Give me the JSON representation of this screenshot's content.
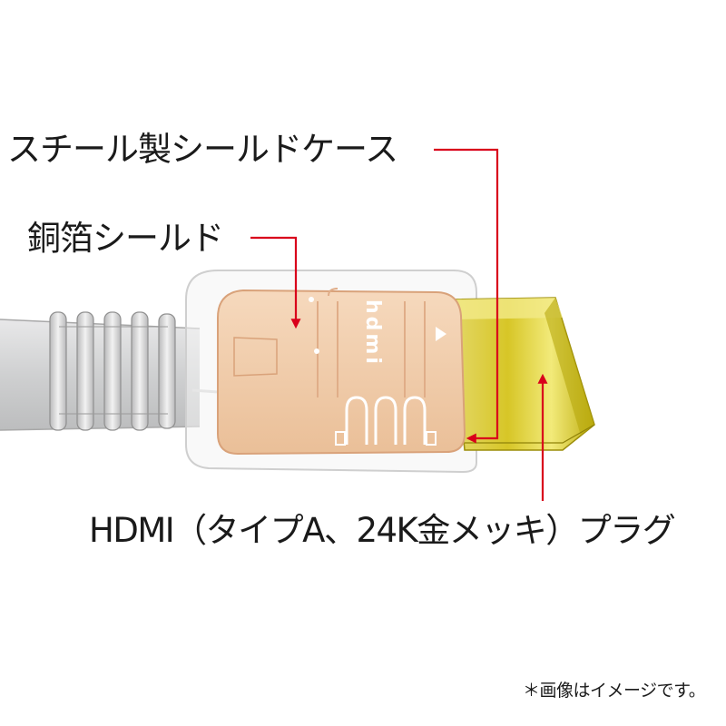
{
  "labels": {
    "steel_case": "スチール製シールドケース",
    "copper_foil": "銅箔シールド",
    "plug": "HDMI（タイプA、24K金メッキ）プラグ",
    "note": "＊画像はイメージです。"
  },
  "embossed_logo": "hdmi",
  "colors": {
    "arrow": "#d9001b",
    "gold_plug": "#d2bf16",
    "copper_shell": "#f0c9a6",
    "cable_gray": "#d3d4d5",
    "clear_overmold": "#d8d8d8",
    "text": "#1a1a1a"
  }
}
